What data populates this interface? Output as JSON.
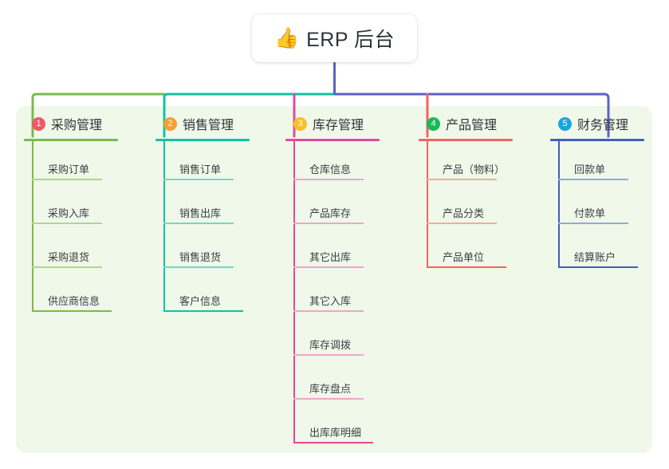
{
  "root": {
    "icon": "thumbs-up-icon",
    "icon_glyph": "👍",
    "title": "ERP 后台"
  },
  "diagram": {
    "type": "mind-map",
    "panel_color": "#eff8e9",
    "background": "#ffffff",
    "bus_colors": [
      "#7cb94a",
      "#0fc3a5",
      "#5a63c9"
    ]
  },
  "columns": [
    {
      "index": "1",
      "title": "采购管理",
      "badge_color": "#f2566a",
      "rule_color": "#7cb94a",
      "leaf_rule_color": "#aed690",
      "connector_color": "#7cb94a",
      "items": [
        {
          "label": "采购订单"
        },
        {
          "label": "采购入库"
        },
        {
          "label": "采购退货"
        },
        {
          "label": "供应商信息"
        }
      ]
    },
    {
      "index": "2",
      "title": "销售管理",
      "badge_color": "#f5a030",
      "rule_color": "#0fc3a5",
      "leaf_rule_color": "#72d8c8",
      "connector_color": "#0fc3a5",
      "items": [
        {
          "label": "销售订单"
        },
        {
          "label": "销售出库"
        },
        {
          "label": "销售退货"
        },
        {
          "label": "客户信息"
        }
      ]
    },
    {
      "index": "3",
      "title": "库存管理",
      "badge_color": "#f6c025",
      "rule_color": "#e5479e",
      "leaf_rule_color": "#efa4cd",
      "connector_color": "#e5479e",
      "items": [
        {
          "label": "仓库信息"
        },
        {
          "label": "产品库存"
        },
        {
          "label": "其它出库"
        },
        {
          "label": "其它入库"
        },
        {
          "label": "库存调拨"
        },
        {
          "label": "库存盘点"
        },
        {
          "label": "出库库明细"
        }
      ]
    },
    {
      "index": "4",
      "title": "产品管理",
      "badge_color": "#19b95a",
      "rule_color": "#f4635e",
      "leaf_rule_color": "#f6a9a3",
      "connector_color": "#f4635e",
      "items": [
        {
          "label": "产品（物料）"
        },
        {
          "label": "产品分类"
        },
        {
          "label": "产品单位"
        }
      ]
    },
    {
      "index": "5",
      "title": "财务管理",
      "badge_color": "#1aa3e0",
      "rule_color": "#3f5fc0",
      "leaf_rule_color": "#93a8de",
      "connector_color": "#3f5fc0",
      "items": [
        {
          "label": "回款单"
        },
        {
          "label": "付款单"
        },
        {
          "label": "结算账户"
        }
      ]
    }
  ]
}
